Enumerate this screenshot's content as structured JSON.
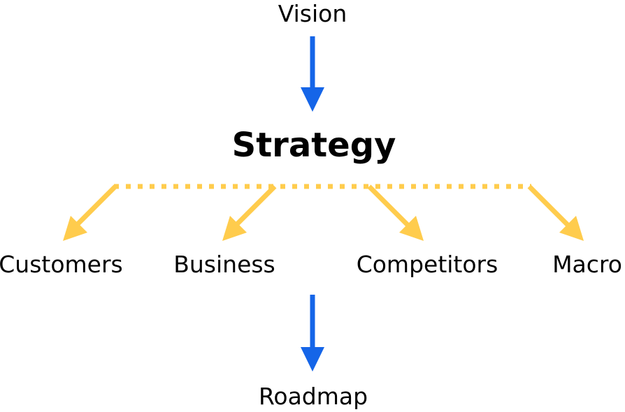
{
  "diagram": {
    "top": "Vision",
    "center": "Strategy",
    "inputs": [
      "Customers",
      "Business",
      "Competitors",
      "Macro"
    ],
    "bottom": "Roadmap"
  },
  "colors": {
    "primary_arrow": "#1565E8",
    "secondary_arrow": "#FFCC4D",
    "text": "#000000"
  }
}
